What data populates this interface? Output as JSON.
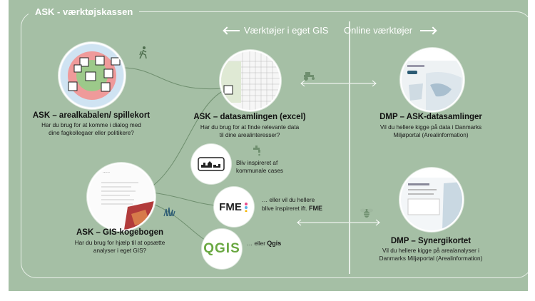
{
  "title": "ASK - værktøjskassen",
  "headings": {
    "own_gis": "Værktøjer i eget GIS",
    "online": "Online værktøjer"
  },
  "cards": {
    "arealkabalen": {
      "title": "ASK – arealkabalen/ spillekort",
      "desc": [
        "Har du brug for at komme i dialog med",
        "dine fagkollegaer eller politikere?"
      ]
    },
    "datasamlingen": {
      "title": "ASK – datasamlingen (excel)",
      "desc": [
        "Har du brug for at finde relevante data",
        "til dine arealinteresser?"
      ]
    },
    "kogebogen": {
      "title": "ASK – GIS-kogebogen",
      "desc": [
        "Har du brug for hjælp til at opsætte",
        "analyser i eget GIS?"
      ]
    },
    "dmp_ask": {
      "title": "DMP – ASK-datasamlinger",
      "desc": [
        "Vil du hellere kigge på data i Danmarks",
        "Miljøportal (Arealinformation)"
      ]
    },
    "dmp_synergi": {
      "title": "DMP – Synergikortet",
      "desc": [
        "Vil du hellere kigge på arealanalyser i",
        "Danmarks Miljøportal (Arealinformation)"
      ]
    }
  },
  "inspiration": {
    "cases": [
      "Bliv inspireret af",
      "kommunale cases"
    ],
    "fme_prefix": "… eller vil du hellere",
    "fme_line2": "blive inspireret ift.",
    "fme_bold": "FME",
    "qgis_prefix": "… eller",
    "qgis_bold": "Qgis"
  },
  "logos": {
    "fme": "FME",
    "qgis": "QGIS"
  },
  "icons": [
    "hiker-icon",
    "tractor-icon",
    "faucet-icon",
    "grass-icon",
    "bee-icon"
  ]
}
